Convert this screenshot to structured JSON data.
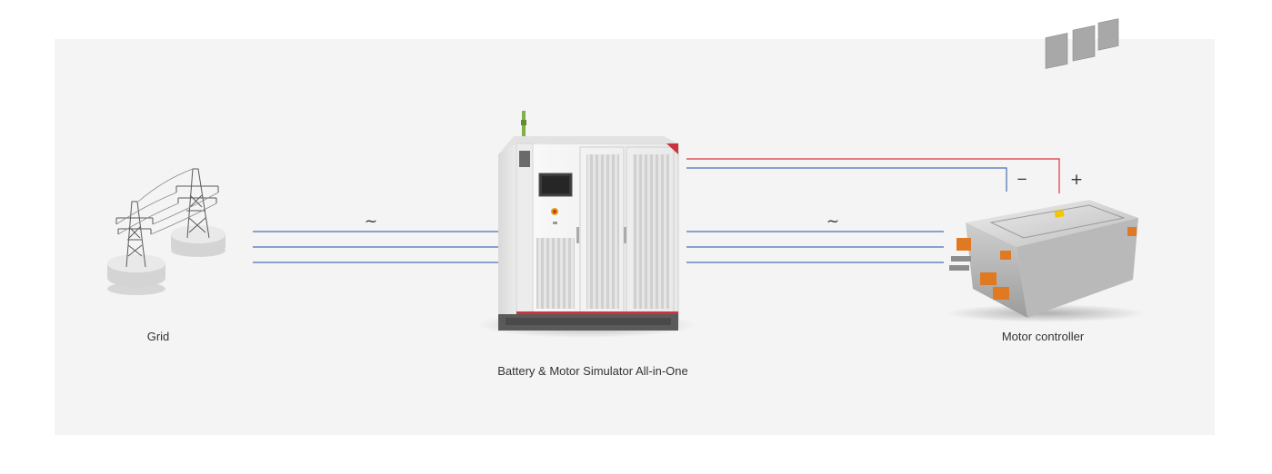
{
  "nodes": {
    "grid": {
      "label": "Grid"
    },
    "simulator": {
      "label": "Battery & Motor Simulator All-in-One"
    },
    "controller": {
      "label": "Motor controller"
    }
  },
  "symbols": {
    "ac_left": "~",
    "ac_right": "~",
    "dc_negative": "−",
    "dc_positive": "+"
  },
  "colors": {
    "background_panel": "#f4f4f4",
    "ac_line": "#4a6fb5",
    "dc_positive_line": "#d9323f",
    "dc_negative_line": "#4a6fb5",
    "text": "#333333"
  }
}
